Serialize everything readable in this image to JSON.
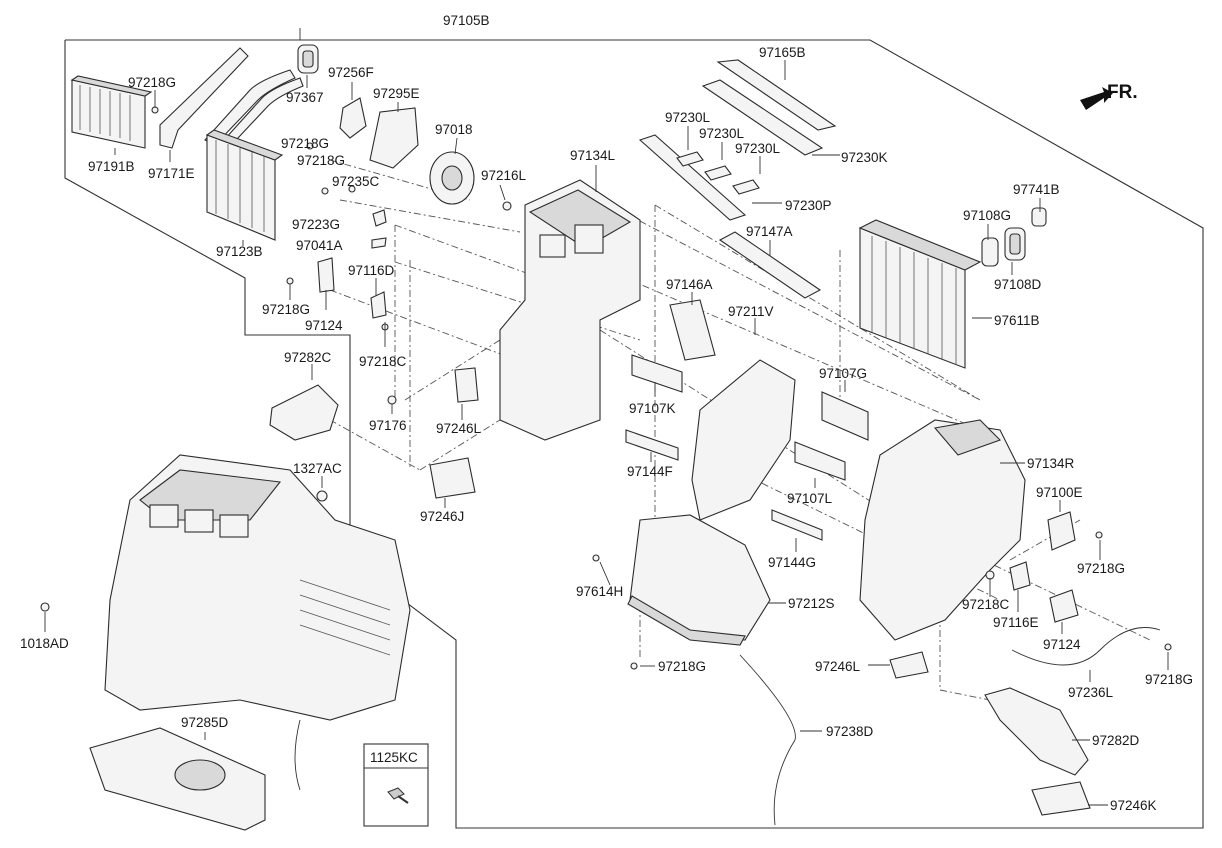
{
  "assembly_label": "97105B",
  "direction_label": "FR.",
  "inset_box_label": "1125KC",
  "labels": {
    "p97218G_a": "97218G",
    "p97191B": "97191B",
    "p97171E": "97171E",
    "p97367": "97367",
    "p97256F": "97256F",
    "p97295E": "97295E",
    "p97218G_b": "97218G",
    "p97218G_c": "97218G",
    "p97235C": "97235C",
    "p97018": "97018",
    "p97123B": "97123B",
    "p97223G": "97223G",
    "p97041A": "97041A",
    "p97216L": "97216L",
    "p97134L": "97134L",
    "p97165B": "97165B",
    "p97230L_a": "97230L",
    "p97230L_b": "97230L",
    "p97230L_c": "97230L",
    "p97230K": "97230K",
    "p97230P": "97230P",
    "p97741B": "97741B",
    "p97108G": "97108G",
    "p97108D": "97108D",
    "p97147A": "97147A",
    "p97611B": "97611B",
    "p97116D": "97116D",
    "p97218G_d": "97218G",
    "p97124_a": "97124",
    "p97218C_a": "97218C",
    "p97146A": "97146A",
    "p97211V": "97211V",
    "p97282C": "97282C",
    "p97176": "97176",
    "p97246L_a": "97246L",
    "p97107K": "97107K",
    "p97107G": "97107G",
    "p1327AC": "1327AC",
    "p97144F": "97144F",
    "p97134R": "97134R",
    "p97246J": "97246J",
    "p97107L": "97107L",
    "p97100E": "97100E",
    "p97218G_e": "97218G",
    "p97144G": "97144G",
    "p97614H": "97614H",
    "p97212S": "97212S",
    "p97218C_b": "97218C",
    "p97116E": "97116E",
    "p1018AD": "1018AD",
    "p97124_b": "97124",
    "p97246L_b": "97246L",
    "p97218G_f": "97218G",
    "p97236L": "97236L",
    "p97218G_g": "97218G",
    "p97285D": "97285D",
    "p97238D": "97238D",
    "p97282D": "97282D",
    "p97246K": "97246K"
  },
  "icons": {
    "front_arrow": "front-direction-arrow-icon",
    "bolt": "bolt-icon"
  }
}
